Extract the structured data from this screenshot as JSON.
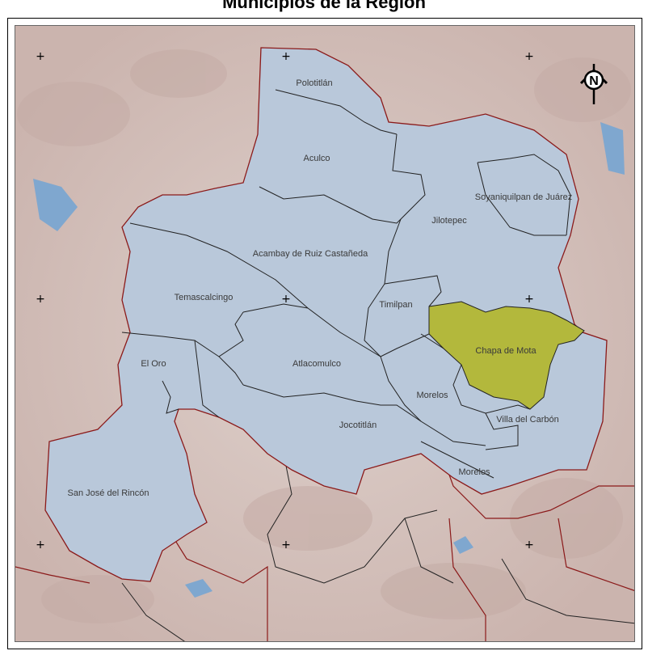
{
  "title": "Municipios de la Región",
  "north_arrow": {
    "label": "N"
  },
  "municipios": [
    {
      "name": "Polotitlán"
    },
    {
      "name": "Aculco"
    },
    {
      "name": "Soyaniquilpan de Juárez"
    },
    {
      "name": "Jilotepec"
    },
    {
      "name": "Acambay de Ruiz Castañeda"
    },
    {
      "name": "Temascalcingo"
    },
    {
      "name": "Timilpan"
    },
    {
      "name": "Chapa de Mota",
      "highlighted": true
    },
    {
      "name": "El Oro"
    },
    {
      "name": "Atlacomulco"
    },
    {
      "name": "Morelos"
    },
    {
      "name": "Villa del Carbón"
    },
    {
      "name": "Jocotitlán"
    },
    {
      "name": "Morelos"
    },
    {
      "name": "San José del Rincón"
    }
  ],
  "colors": {
    "region_fill": "#b9c8da",
    "highlight_fill": "#b3b83c",
    "terrain": "#d9c7c2",
    "water": "#7fa7cf",
    "state_border": "#8b1a1a",
    "municipal_border": "#222222"
  }
}
